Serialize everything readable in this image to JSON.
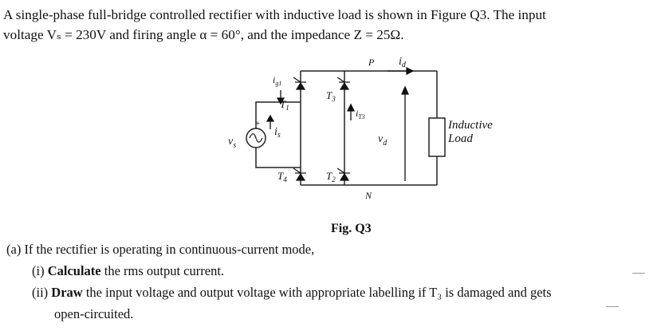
{
  "problem": {
    "line1": "A single-phase full-bridge controlled rectifier with inductive load is shown in Figure Q3. The input",
    "line2": "voltage Vₛ = 230V and firing angle α = 60°, and the impedance Z = 25Ω."
  },
  "figure": {
    "caption": "Fig. Q3",
    "labels": {
      "p": "P",
      "n": "N",
      "id": "i",
      "id_sub": "d",
      "ig1": "i",
      "ig1_sub": "g1",
      "is": "i",
      "is_sub": "s",
      "it3": "i",
      "it3_sub": "T3",
      "vs": "v",
      "vs_sub": "s",
      "vd": "v",
      "vd_sub": "d",
      "t1": "T",
      "t1_sub": "1",
      "t2": "T",
      "t2_sub": "2",
      "t3": "T",
      "t3_sub": "3",
      "t4": "T",
      "t4_sub": "4",
      "plus": "+",
      "load_line1": "Inductive",
      "load_line2": "Load"
    }
  },
  "questions": {
    "a": "(a) If the rectifier is operating in continuous-current mode,",
    "i_num": "(i)",
    "i_bold": "Calculate",
    "i_rest": "the rms output current.",
    "ii_num": "(ii)",
    "ii_bold": "Draw",
    "ii_rest": "the input voltage and output voltage with appropriate labelling if T₃ is damaged and gets",
    "ii_cont": "open-circuited."
  }
}
